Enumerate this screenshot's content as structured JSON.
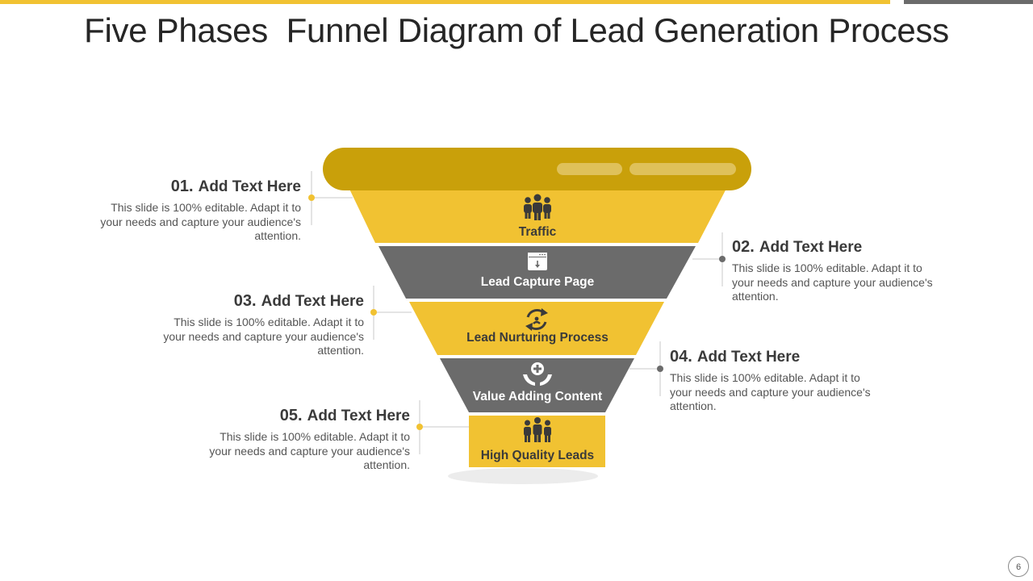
{
  "title": "Five Phases  Funnel Diagram of Lead Generation Process",
  "colors": {
    "yellow": "#f1c232",
    "yellow_dark": "#c9a00a",
    "gray": "#6b6b6b",
    "text_dark": "#3a3a3a"
  },
  "funnel": {
    "segments": [
      {
        "label": "Traffic",
        "icon": "team-icon"
      },
      {
        "label": "Lead Capture Page",
        "icon": "download-window-icon"
      },
      {
        "label": "Lead Nurturing Process",
        "icon": "refresh-cycle-icon"
      },
      {
        "label": "Value Adding Content",
        "icon": "hands-plus-icon"
      },
      {
        "label": "High Quality  Leads",
        "icon": "leaders-icon"
      }
    ]
  },
  "steps": [
    {
      "num": "01.",
      "heading": "Add Text Here",
      "text": "This slide is 100% editable. Adapt it to your needs and capture your audience's attention."
    },
    {
      "num": "02.",
      "heading": "Add Text Here",
      "text": "This slide is 100% editable. Adapt it to your needs and capture your audience's attention."
    },
    {
      "num": "03.",
      "heading": "Add Text Here",
      "text": "This slide is 100% editable. Adapt it to your needs and capture your audience's attention."
    },
    {
      "num": "04.",
      "heading": "Add Text Here",
      "text": "This slide is 100% editable. Adapt it to your needs and capture your audience's attention."
    },
    {
      "num": "05.",
      "heading": "Add Text Here",
      "text": "This slide is 100% editable. Adapt it to your needs and capture your audience's attention."
    }
  ],
  "page_number": "6"
}
